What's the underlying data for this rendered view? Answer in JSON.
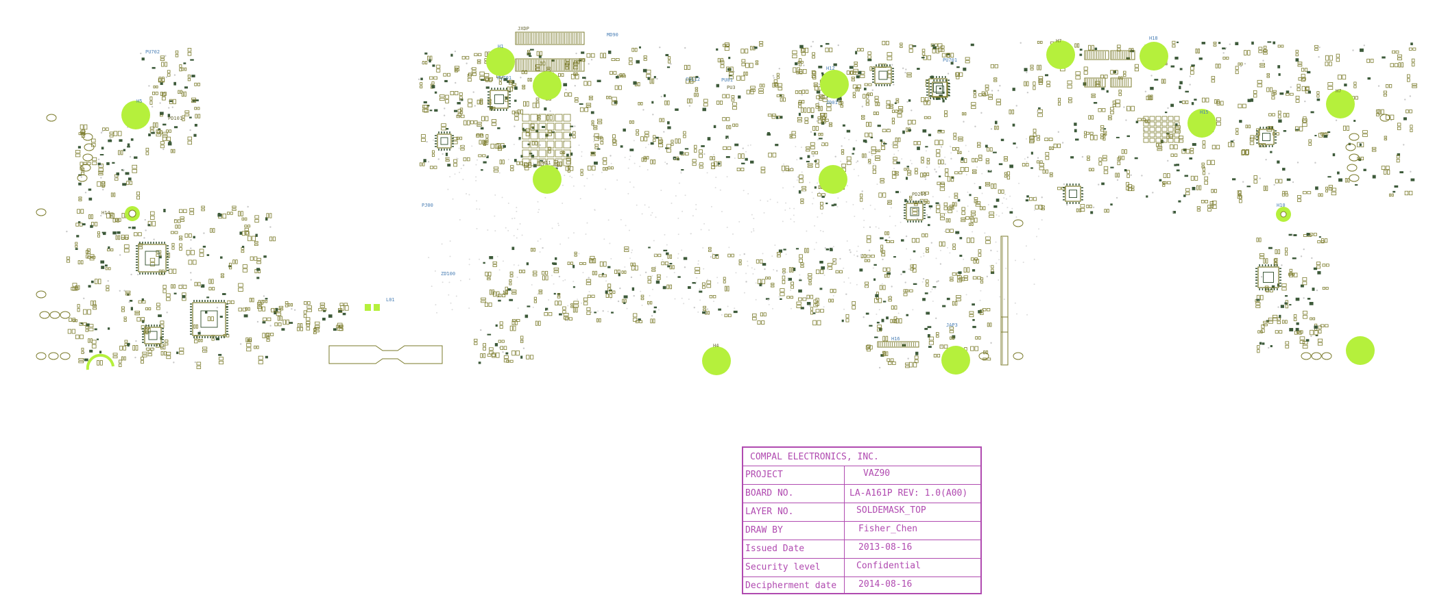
{
  "colors": {
    "background": "#ffffff",
    "pad_outline": "#7a7a2a",
    "pad_dark": "#3d5a3a",
    "mounting_hole": "#b5f03c",
    "silkscreen_text": "#4a7fb5",
    "title_block": "#b04ab0"
  },
  "board_labels": [
    "JXDP",
    "MD90",
    "PU701",
    "H11",
    "H1",
    "H12",
    "H7",
    "H18",
    "H5",
    "H7",
    "H10",
    "H15",
    "H4",
    "H16",
    "JAP3",
    "H14",
    "L01",
    "PU702",
    "PD101",
    "ZD100",
    "PJ00",
    "PD201",
    "ZD01",
    "PU01",
    "PU3",
    "CH112",
    "PU701"
  ],
  "title_block": {
    "company": "COMPAL ELECTRONICS, INC.",
    "rows": [
      {
        "label": "PROJECT",
        "value": "VAZ90"
      },
      {
        "label": "BOARD NO.",
        "value": "LA-A161P  REV: 1.0(A00)"
      },
      {
        "label": "LAYER NO.",
        "value": "SOLDEMASK_TOP"
      },
      {
        "label": "DRAW BY",
        "value": "Fisher_Chen"
      },
      {
        "label": "Issued  Date",
        "value": "2013-08-16"
      },
      {
        "label": "Security level",
        "value": "Confidential"
      },
      {
        "label": "Decipherment date",
        "value": "2014-08-16"
      }
    ]
  }
}
